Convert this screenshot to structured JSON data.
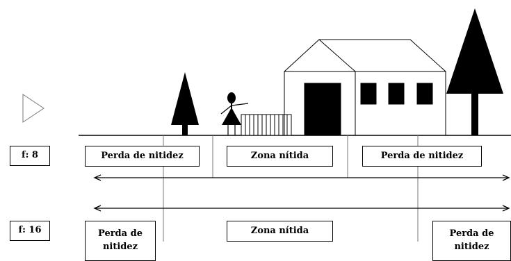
{
  "f8": {
    "label": "f: 8",
    "left_zone": "Perda de nitidez",
    "center_zone": "Zona nítida",
    "right_zone": "Perda de nitidez"
  },
  "f16": {
    "label": "f: 16",
    "left_zone_line1": "Perda de",
    "left_zone_line2": "nitidez",
    "center_zone": "Zona nítida",
    "right_zone_line1": "Perda de",
    "right_zone_line2": "nitidez"
  }
}
